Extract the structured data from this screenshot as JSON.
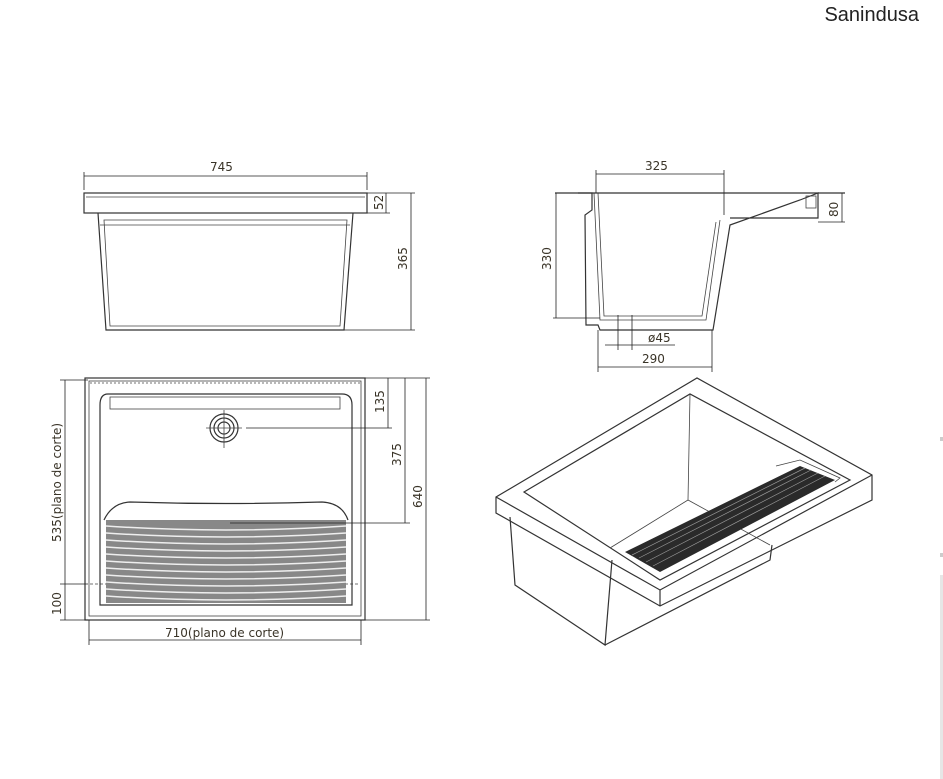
{
  "brand": "Sanindusa",
  "front_view": {
    "width": "745",
    "rim": "52",
    "height": "365"
  },
  "side_view": {
    "depth": "325",
    "height": "330",
    "rim": "80",
    "drain": "ø45",
    "base": "290"
  },
  "top_view": {
    "drain_offset": "135",
    "board_start": "375",
    "depth": "640",
    "cut_depth": "535(plano de corte)",
    "front_offset": "100",
    "cut_width": "710(plano de corte)"
  }
}
